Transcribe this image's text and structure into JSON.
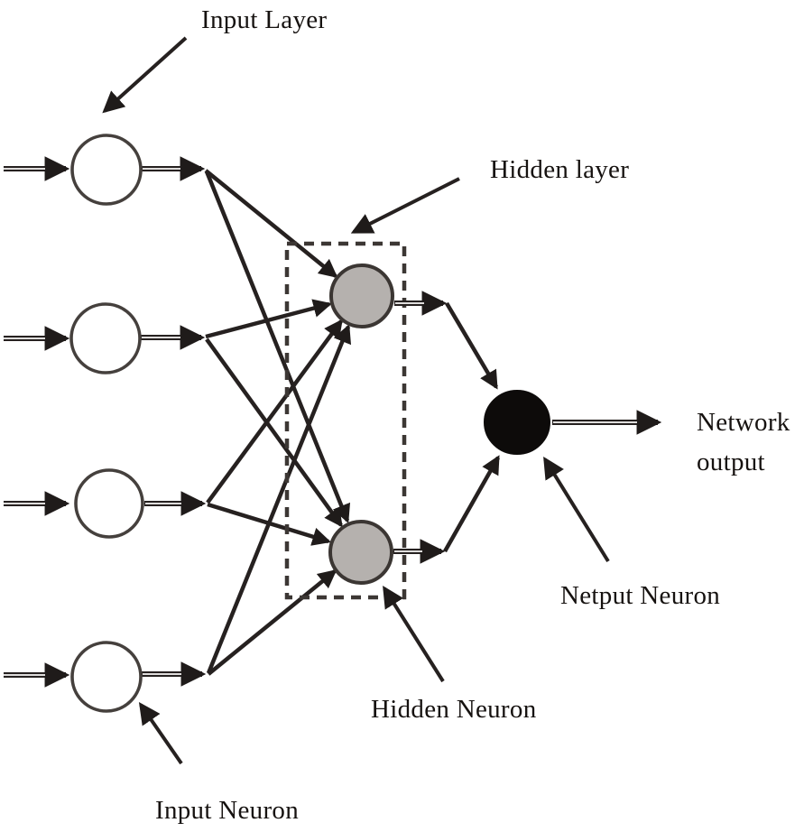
{
  "diagram": {
    "type": "neural-network-architecture",
    "labels": {
      "input_layer": "Input Layer",
      "hidden_layer": "Hidden layer",
      "network_output_line1": "Network",
      "network_output_line2": "output",
      "netput_neuron": "Netput Neuron",
      "hidden_neuron": "Hidden Neuron",
      "input_neuron": "Input Neuron"
    },
    "structure": {
      "input_neuron_count": 4,
      "hidden_neuron_count": 2,
      "output_neuron_count": 1,
      "hidden_layer_boxed": true
    },
    "colors": {
      "background": "#ffffff",
      "line": "#262120",
      "input_fill": "#ffffff",
      "hidden_fill": "#b5b1ae",
      "output_fill": "#0d0b0a",
      "node_stroke": "#45403d",
      "text": "#161210"
    }
  }
}
